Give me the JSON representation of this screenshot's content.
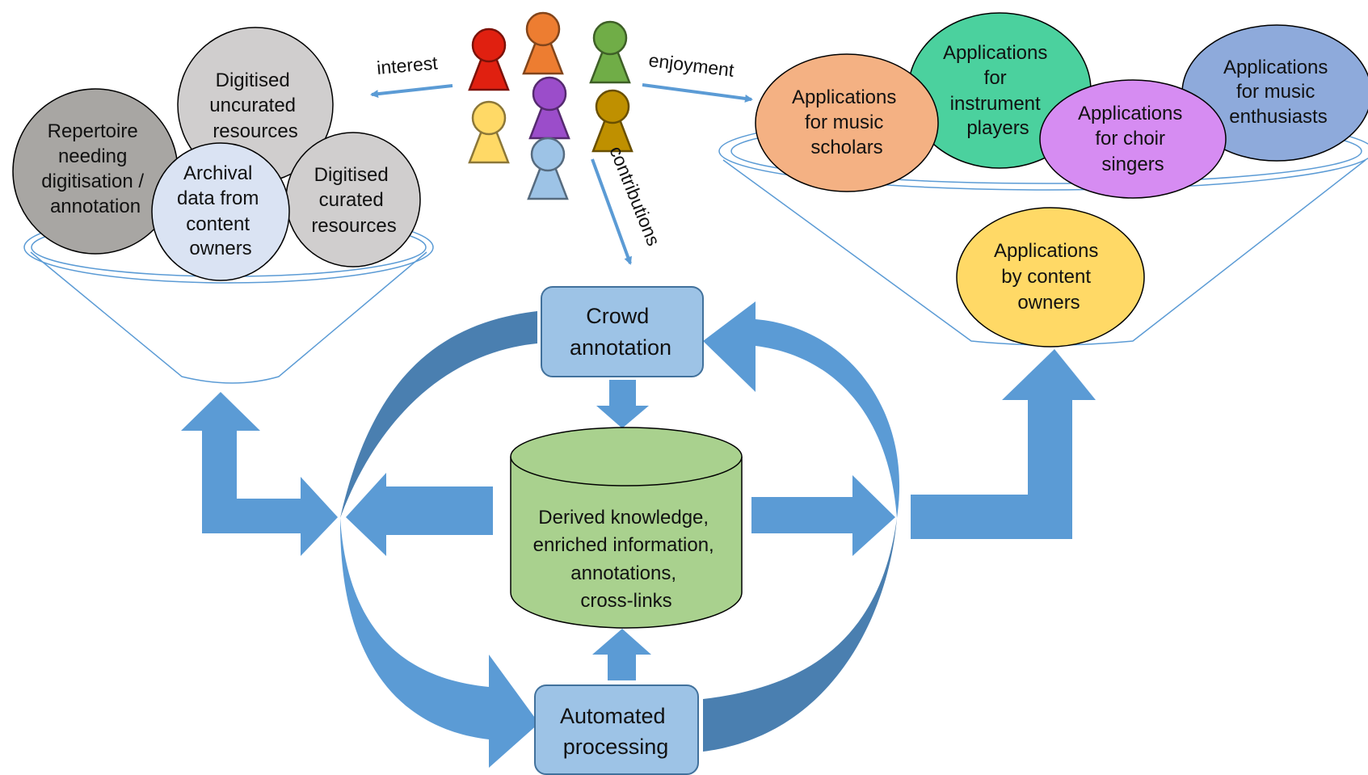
{
  "colors": {
    "arrow_fill": "#5b9bd5",
    "arrow_dark": "#4a7fb0",
    "box_fill": "#9dc3e6",
    "database_fill": "#a9d18e",
    "funnel_stroke": "#5b9bd5"
  },
  "left_funnel": {
    "repertoire": [
      "Repertoire",
      "needing",
      "digitisation /",
      "annotation"
    ],
    "uncurated": [
      "Digitised",
      "uncurated",
      "resources"
    ],
    "archival": [
      "Archival",
      "data from",
      "content",
      "owners"
    ],
    "curated": [
      "Digitised",
      "curated",
      "resources"
    ]
  },
  "right_funnel": {
    "scholars": [
      "Applications",
      "for music",
      "scholars"
    ],
    "instrument": [
      "Applications",
      "for",
      "instrument",
      "players"
    ],
    "choir": [
      "Applications",
      "for choir",
      "singers"
    ],
    "enthusiasts": [
      "Applications",
      "for music",
      "enthusiasts"
    ],
    "content_owners": [
      "Applications",
      "by content",
      "owners"
    ]
  },
  "people": [
    {
      "color": "#e02010",
      "icon": "person-icon"
    },
    {
      "color": "#ed7d31",
      "icon": "person-icon"
    },
    {
      "color": "#70ad47",
      "icon": "person-icon"
    },
    {
      "color": "#ffd966",
      "icon": "person-icon"
    },
    {
      "color": "#9b4dca",
      "icon": "person-icon"
    },
    {
      "color": "#bf9000",
      "icon": "person-icon"
    },
    {
      "color": "#9dc3e6",
      "icon": "person-icon"
    }
  ],
  "edges": {
    "interest": "interest",
    "enjoyment": "enjoyment",
    "contributions": "contributions"
  },
  "crowd_annotation": [
    "Crowd",
    "annotation"
  ],
  "automated_processing": [
    "Automated",
    "processing"
  ],
  "knowledge_store": [
    "Derived knowledge,",
    "enriched information,",
    "annotations,",
    "cross-links"
  ]
}
